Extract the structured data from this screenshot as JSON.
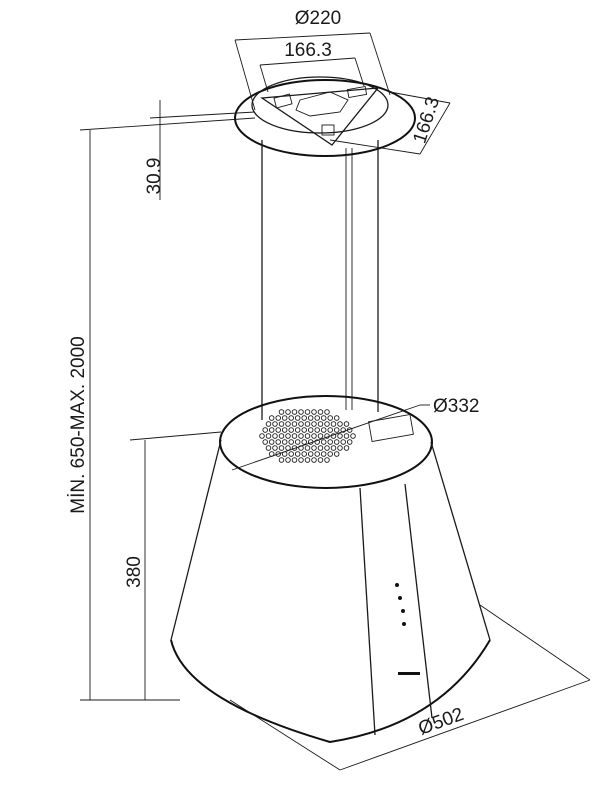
{
  "dimensions": {
    "top_diameter": "Ø220",
    "bracket_width": "166.3",
    "bracket_depth": "166.3",
    "top_offset": "30.9",
    "total_height": "MİN. 650-MAX. 2000",
    "hood_top_diameter": "Ø332",
    "hood_height": "380",
    "hood_bottom_diameter": "Ø502"
  }
}
